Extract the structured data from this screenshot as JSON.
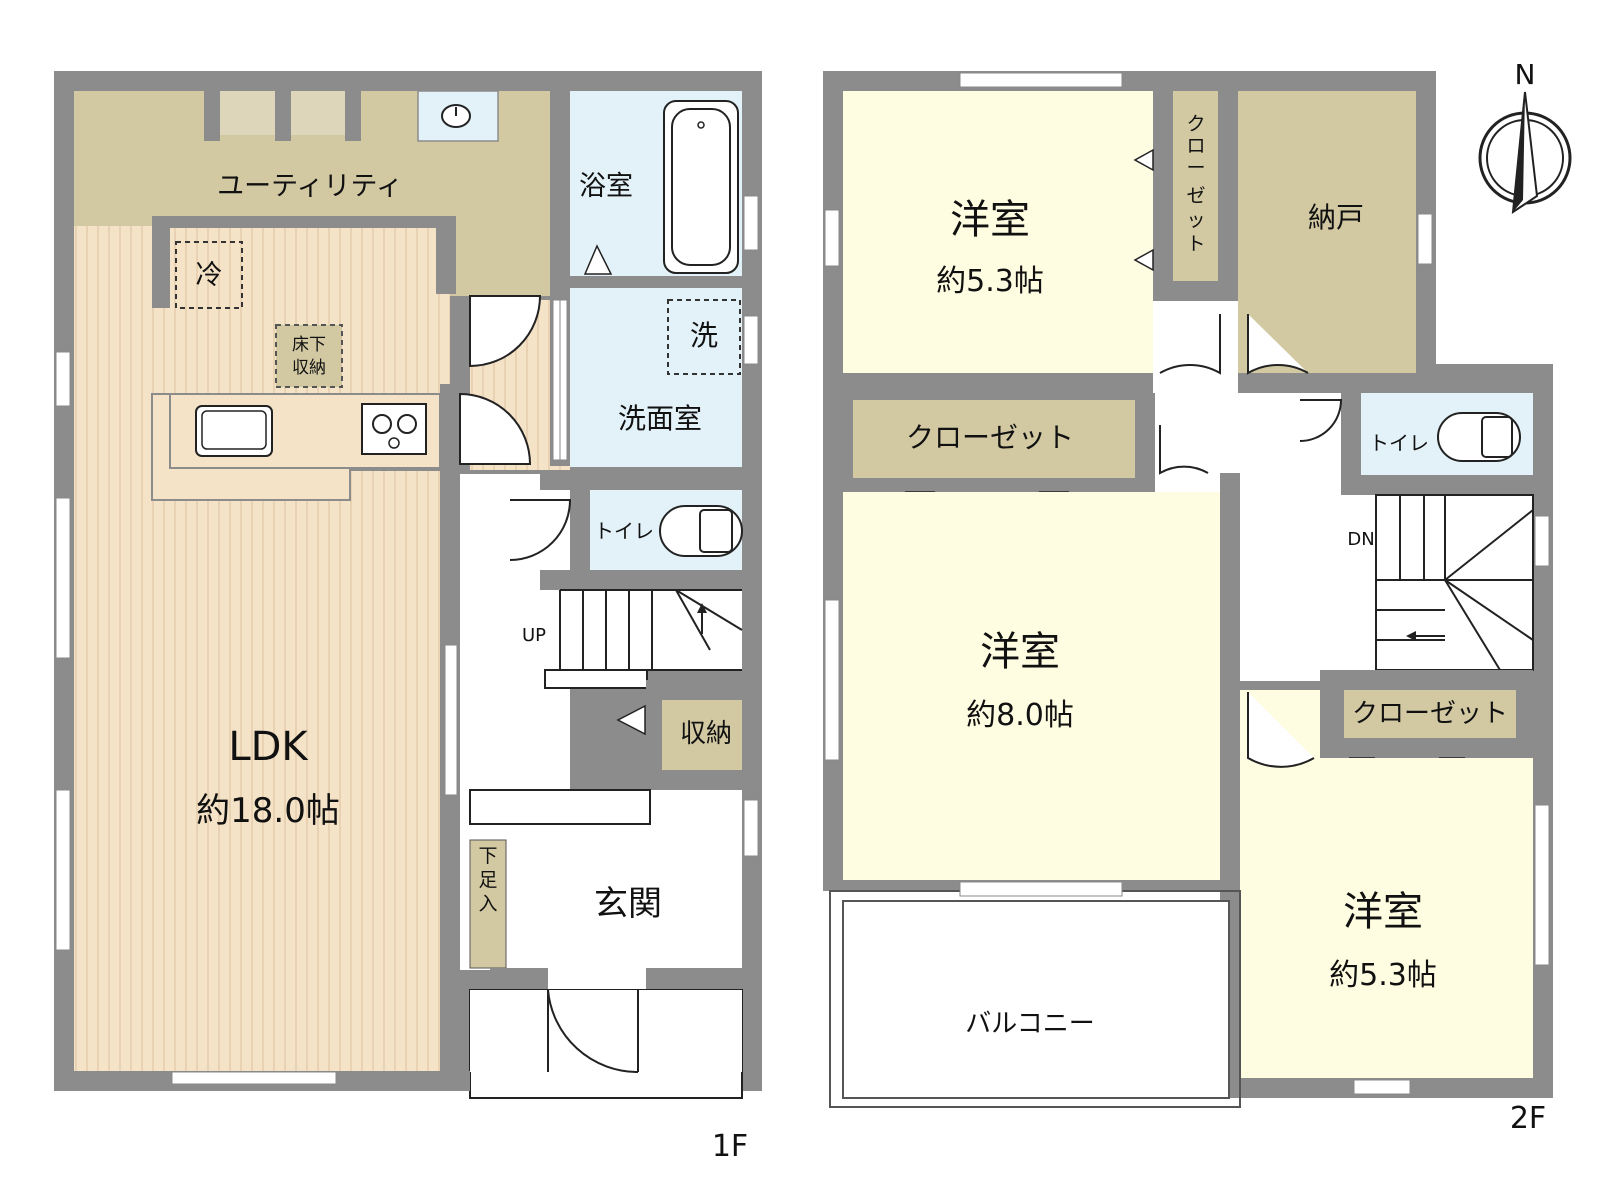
{
  "floor1": {
    "floor_label": "1F",
    "utility": "ユーティリティ",
    "bath": "浴室",
    "washroom": "洗面室",
    "washer": "洗",
    "fridge": "冷",
    "underfloor": [
      "床下",
      "収納"
    ],
    "toilet": "トイレ",
    "up": "UP",
    "storage": "収納",
    "ldk": "LDK",
    "ldk_size": "約18.0帖",
    "shoe_box": [
      "下",
      "足",
      "入"
    ],
    "entrance": "玄関"
  },
  "floor2": {
    "floor_label": "2F",
    "room_nw": "洋室",
    "room_nw_size": "約5.3帖",
    "closet_vertical": [
      "ク",
      "ロ",
      "ー",
      "ゼ",
      "ッ",
      "ト"
    ],
    "nando": "納戸",
    "closet_mid": "クローゼット",
    "toilet": "トイレ",
    "dn": "DN",
    "room_center": "洋室",
    "room_center_size": "約8.0帖",
    "closet_se": "クローゼット",
    "room_se": "洋室",
    "room_se_size": "約5.3帖",
    "balcony": "バルコニー"
  },
  "compass": {
    "north": "N"
  },
  "colors": {
    "wall": "#8c8c8c",
    "wood": "#f5e3c8",
    "wood_line": "#ddc3a0",
    "utility": "#d2c9a3",
    "bath": "#e3f1f8",
    "room": "#fffde1",
    "closet": "#d2c9a3"
  }
}
